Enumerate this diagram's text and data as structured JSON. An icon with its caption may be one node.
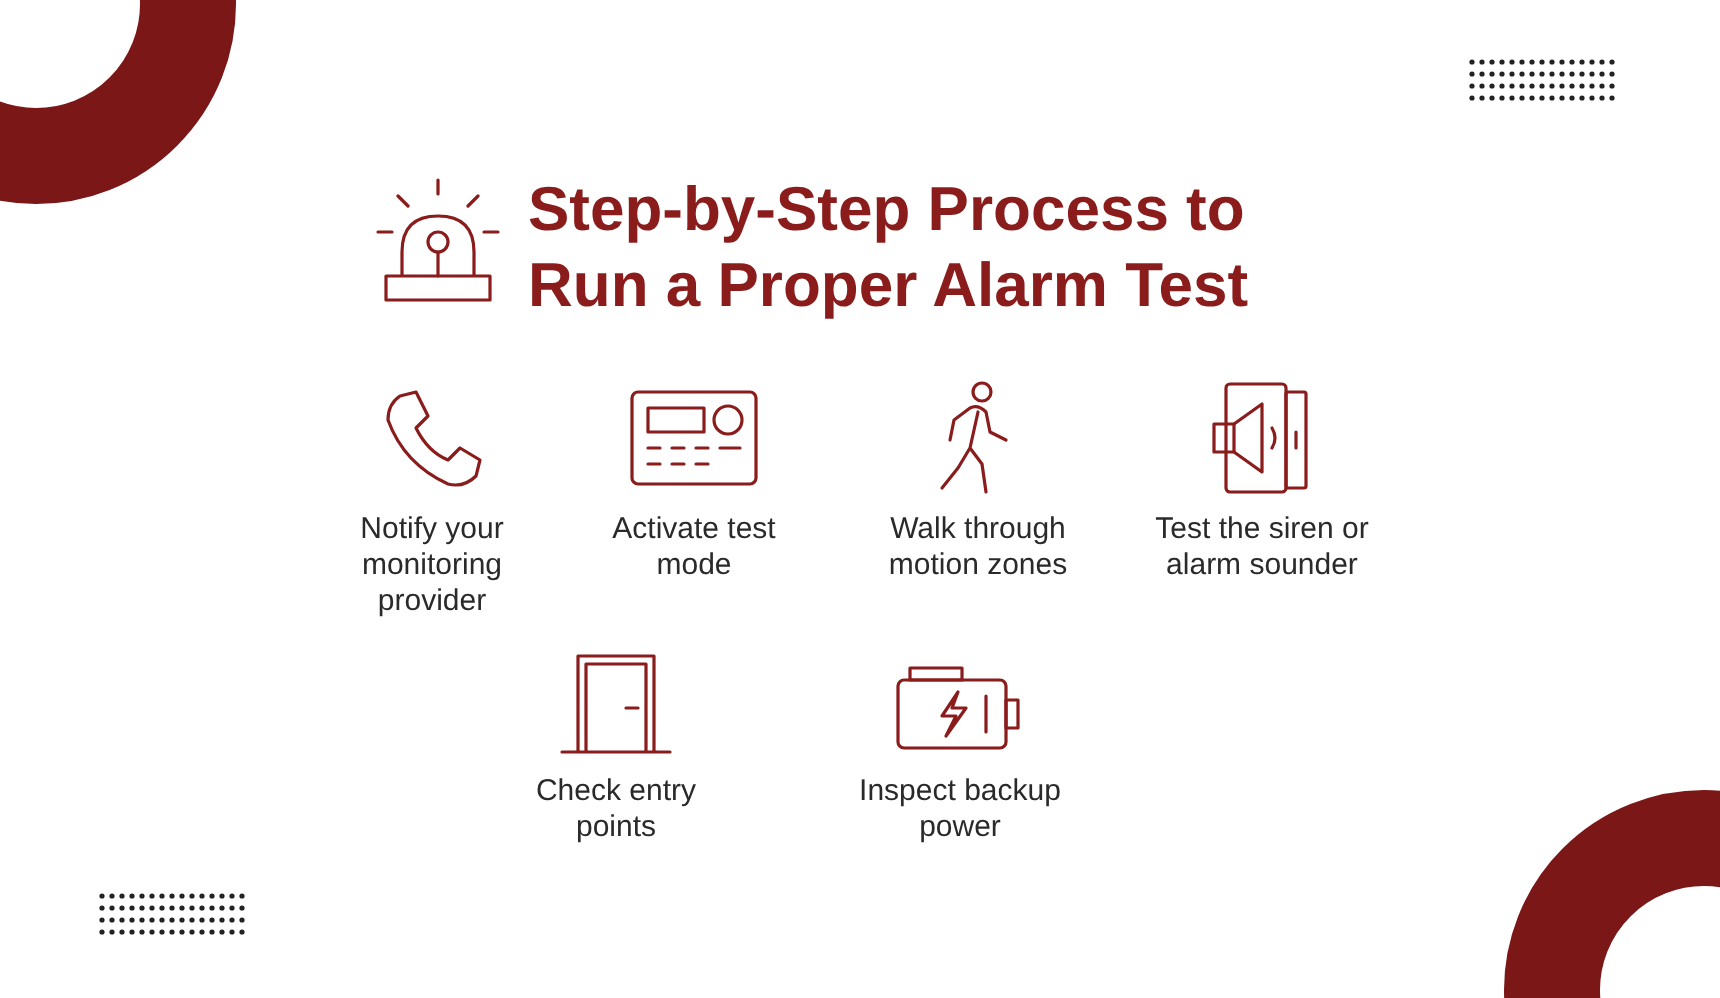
{
  "diagram": {
    "title": "Step-by-Step Process to Run a Proper Alarm Test",
    "labels": [
      "Notify your monitoring provider",
      "Activate test mode",
      "Walk through motion zones",
      "Test the siren or alarm sounder",
      "Check entry points",
      "Inspect backup power"
    ]
  }
}
